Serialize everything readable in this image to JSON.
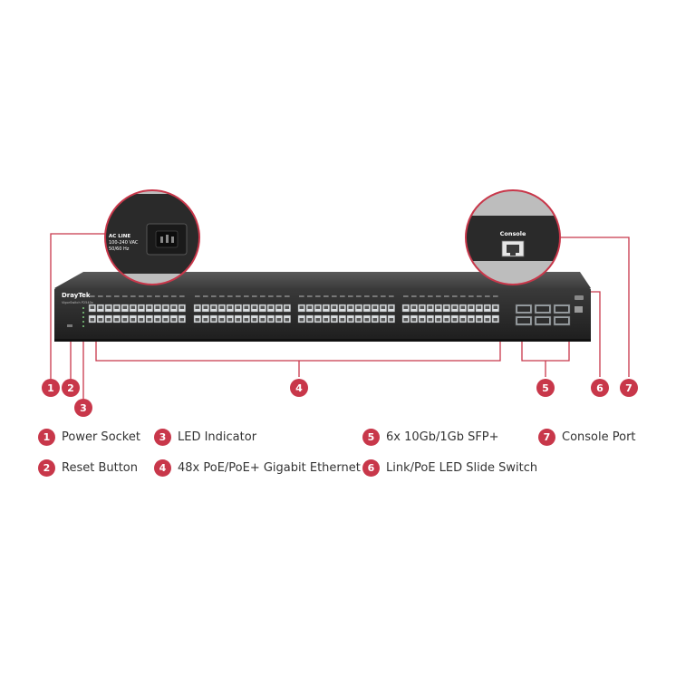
{
  "colors": {
    "accent": "#c8374a",
    "switch_body": "#2b2b2b",
    "port": "#d9dde0"
  },
  "device": {
    "brand": "DrayTek",
    "model": "VigorSwitch P2540x",
    "console_label": "Console",
    "ac_line": [
      "AC LINE",
      "100-240 VAC",
      "50/60 Hz"
    ]
  },
  "legend": [
    {
      "num": "1",
      "label": "Power Socket"
    },
    {
      "num": "2",
      "label": "Reset Button"
    },
    {
      "num": "3",
      "label": "LED Indicator"
    },
    {
      "num": "4",
      "label": "48x PoE/PoE+ Gigabit Ethernet"
    },
    {
      "num": "5",
      "label": "6x 10Gb/1Gb SFP+"
    },
    {
      "num": "6",
      "label": "Link/PoE LED Slide Switch"
    },
    {
      "num": "7",
      "label": "Console Port"
    }
  ],
  "callouts": [
    "1",
    "2",
    "3",
    "4",
    "5",
    "6",
    "7"
  ]
}
